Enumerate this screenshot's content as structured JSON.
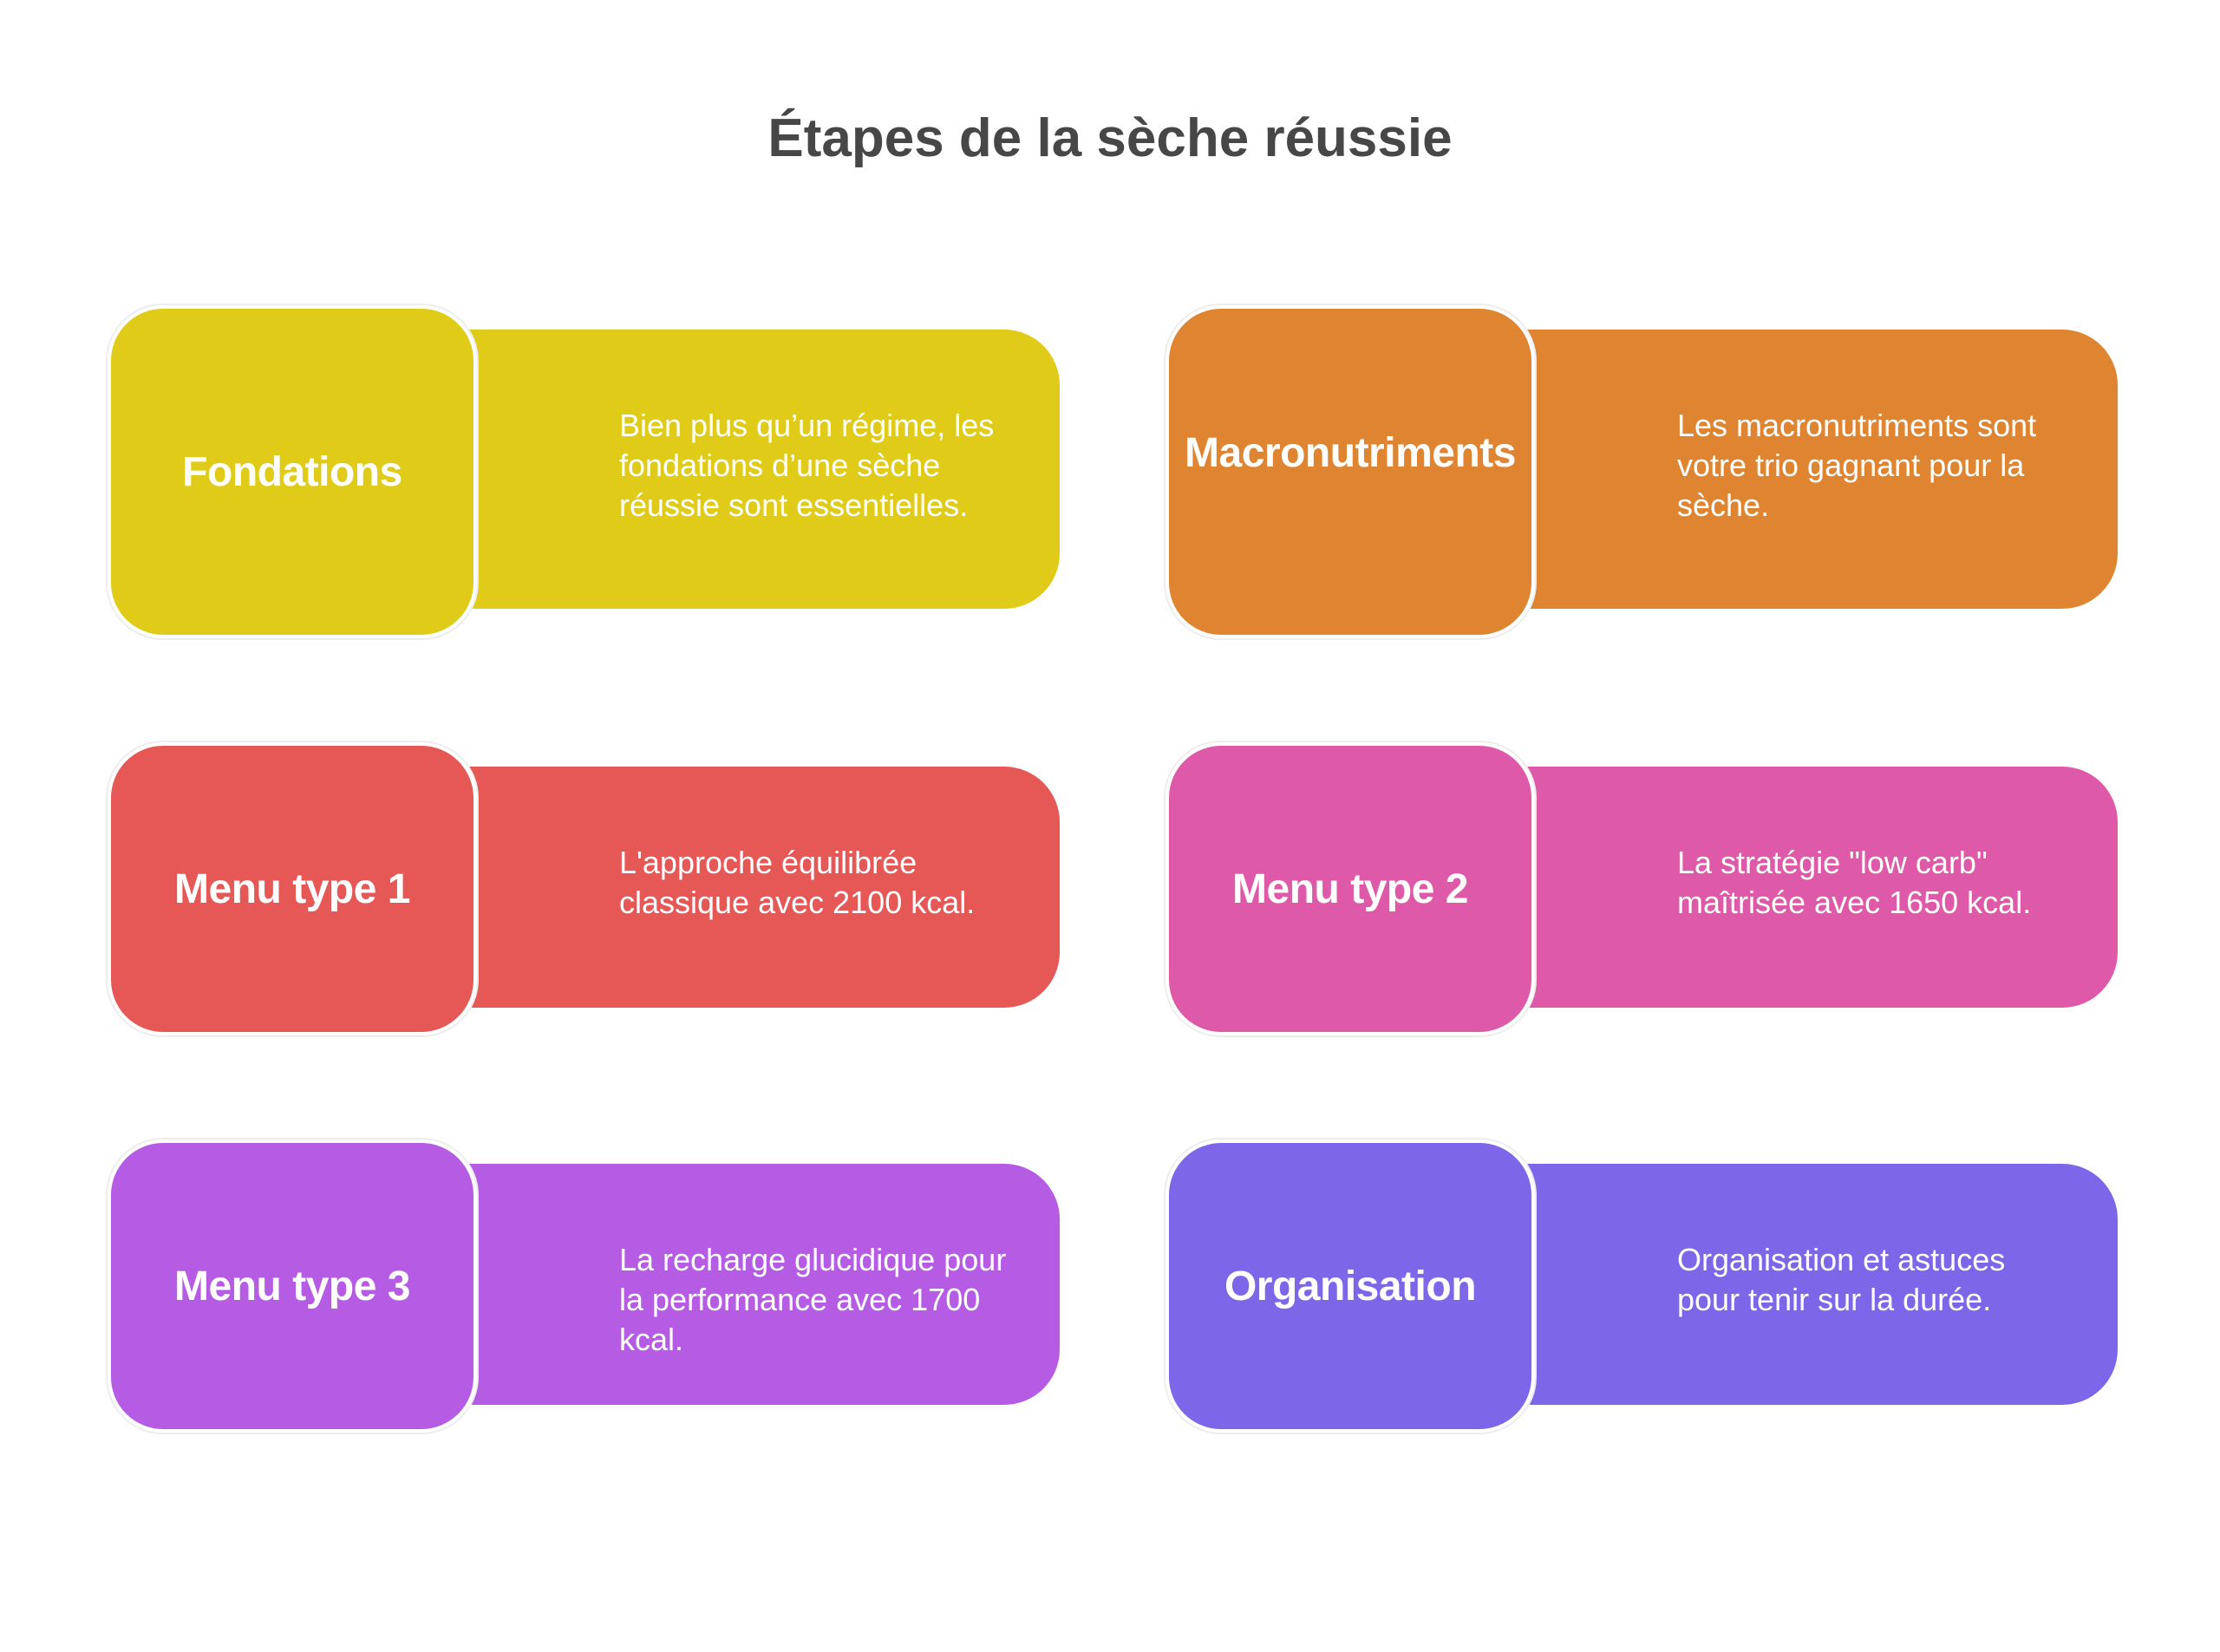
{
  "title": "Étapes de la sèche réussie",
  "steps": [
    {
      "label": "Fondations",
      "description": "Bien plus qu’un régime, les fondations d’une sèche réussie sont essentielles.",
      "color": "#E0CC18"
    },
    {
      "label": "Macronutriments",
      "description": "Les macronutriments sont votre trio gagnant pour la sèche.",
      "color": "#DF8531"
    },
    {
      "label": "Menu type 1",
      "description": "L'approche équilibrée classique avec 2100 kcal.",
      "color": "#E55856"
    },
    {
      "label": "Menu type 2",
      "description": "La stratégie \"low carb\" maîtrisée avec 1650 kcal.",
      "color": "#DE59A8"
    },
    {
      "label": "Menu type 3",
      "description": "La recharge glucidique pour la performance avec 1700 kcal.",
      "color": "#B65CE4"
    },
    {
      "label": "Organisation",
      "description": "Organisation et astuces pour tenir sur la durée.",
      "color": "#7E66E9"
    }
  ]
}
